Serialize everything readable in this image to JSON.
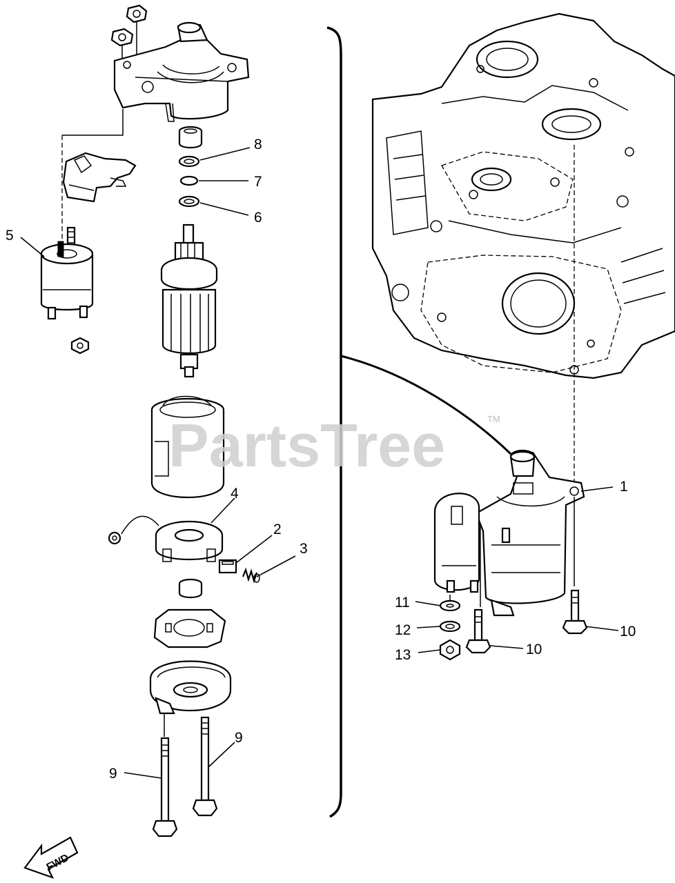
{
  "watermark": {
    "text": "PartsTree",
    "trademark": "TM"
  },
  "direction_marker": {
    "label": "FWD"
  },
  "callouts": [
    {
      "id": "c1",
      "label": "1"
    },
    {
      "id": "c2",
      "label": "2"
    },
    {
      "id": "c3",
      "label": "3"
    },
    {
      "id": "c4",
      "label": "4"
    },
    {
      "id": "c5",
      "label": "5"
    },
    {
      "id": "c6",
      "label": "6"
    },
    {
      "id": "c7",
      "label": "7"
    },
    {
      "id": "c8",
      "label": "8"
    },
    {
      "id": "c9a",
      "label": "9"
    },
    {
      "id": "c9b",
      "label": "9"
    },
    {
      "id": "c10a",
      "label": "10"
    },
    {
      "id": "c10b",
      "label": "10"
    },
    {
      "id": "c11",
      "label": "11"
    },
    {
      "id": "c12",
      "label": "12"
    },
    {
      "id": "c13",
      "label": "13"
    }
  ]
}
